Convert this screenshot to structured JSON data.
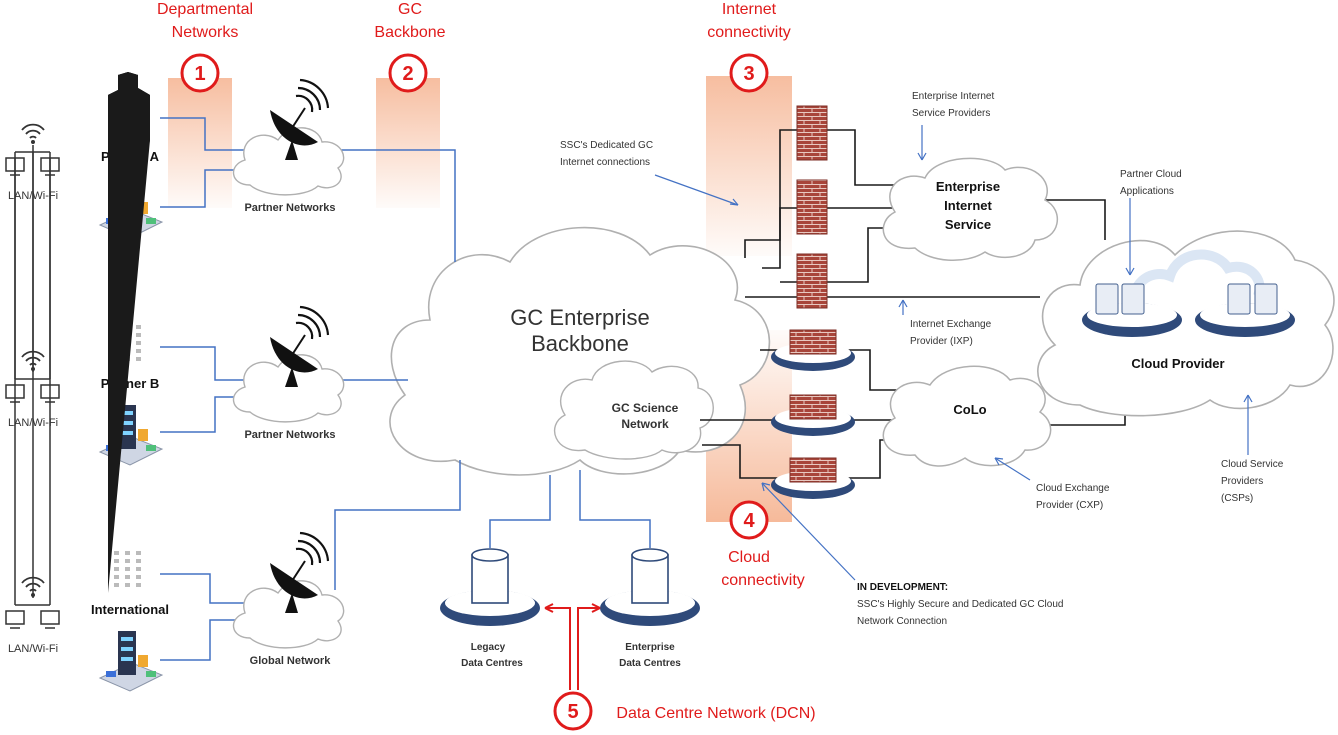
{
  "zones": [
    {
      "number": "1",
      "label_line1": "Departmental",
      "label_line2": "Networks"
    },
    {
      "number": "2",
      "label_line1": "GC",
      "label_line2": "Backbone"
    },
    {
      "number": "3",
      "label_line1": "Internet",
      "label_line2": "connectivity"
    },
    {
      "number": "4",
      "label_line1": "Cloud",
      "label_line2": "connectivity"
    },
    {
      "number": "5",
      "label_line1": "Data Centre Network (DCN)",
      "label_line2": ""
    }
  ],
  "sites": [
    {
      "name": "Partner A",
      "lan": "LAN/Wi-Fi",
      "network": "Partner Networks"
    },
    {
      "name": "Partner B",
      "lan": "LAN/Wi-Fi",
      "network": "Partner Networks"
    },
    {
      "name": "International",
      "lan": "LAN/Wi-Fi",
      "network": "Global Network"
    }
  ],
  "backbone": {
    "line1": "GC Enterprise",
    "line2": "Backbone"
  },
  "science": {
    "line1": "GC Science",
    "line2": "Network"
  },
  "data_centres": [
    {
      "line1": "Legacy",
      "line2": "Data Centres"
    },
    {
      "line1": "Enterprise",
      "line2": "Data Centres"
    }
  ],
  "eis": {
    "line1": "Enterprise",
    "line2": "Internet",
    "line3": "Service"
  },
  "colo": {
    "label": "CoLo"
  },
  "cloud_provider": {
    "label": "Cloud Provider"
  },
  "annotations": {
    "ssc_dedicated_1": "SSC's Dedicated GC",
    "ssc_dedicated_2": "Internet   connections",
    "eisp_1": "Enterprise  Internet",
    "eisp_2": "Service Providers",
    "pca_1": "Partner  Cloud",
    "pca_2": "Applications",
    "ixp_1": "Internet  Exchange",
    "ixp_2": "Provider (IXP)",
    "cxp_1": "Cloud Exchange",
    "cxp_2": "Provider (CXP)",
    "csp_1": "Cloud Service",
    "csp_2": "Providers",
    "csp_3": "(CSPs)",
    "dev_title": "IN DEVELOPMENT:",
    "dev_1": "SSC's Highly Secure and Dedicated  GC Cloud",
    "dev_2": "Network Connection"
  },
  "colors": {
    "accent": "#e01b1b",
    "link": "#4472c4",
    "zone_fill": "#f6b999",
    "brick": "#a8453a"
  }
}
